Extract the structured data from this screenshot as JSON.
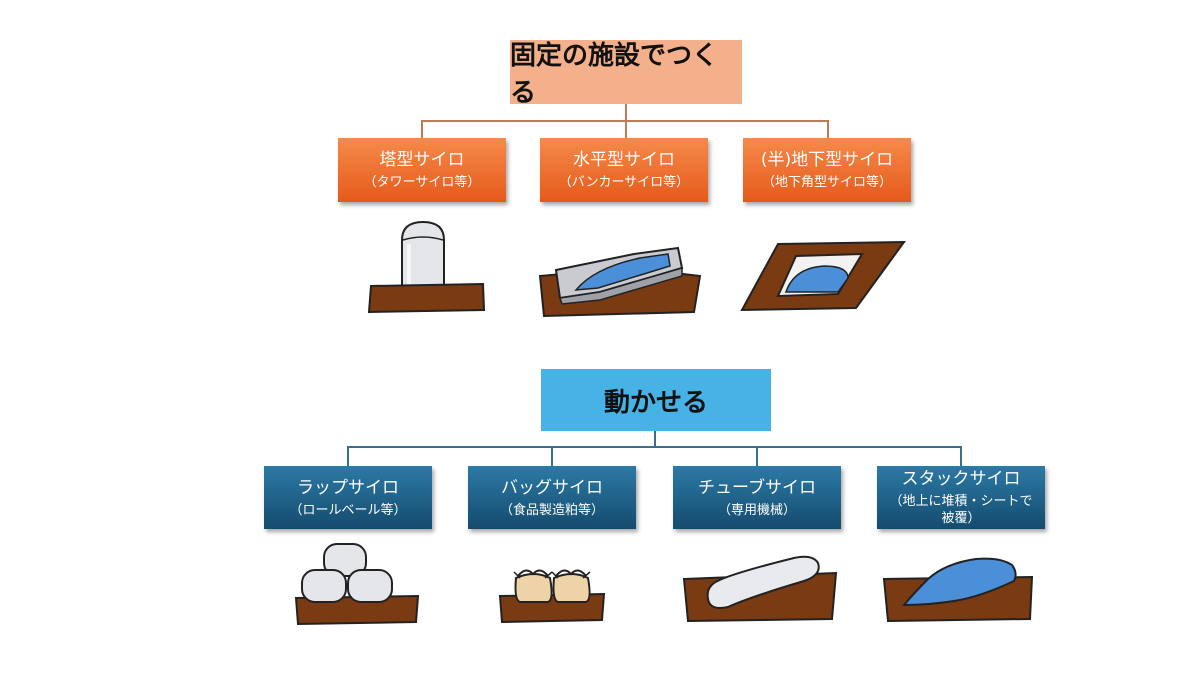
{
  "fixed": {
    "title": "固定の施設でつくる",
    "items": [
      {
        "label": "塔型サイロ",
        "sub": "（タワーサイロ等）"
      },
      {
        "label": "水平型サイロ",
        "sub": "（バンカーサイロ等）"
      },
      {
        "label": "(半)地下型サイロ",
        "sub": "（地下角型サイロ等）"
      }
    ]
  },
  "movable": {
    "title": "動かせる",
    "items": [
      {
        "label": "ラップサイロ",
        "sub": "（ロールベール等）"
      },
      {
        "label": "バッグサイロ",
        "sub": "（食品製造粕等）"
      },
      {
        "label": "チューブサイロ",
        "sub": "（専用機械）"
      },
      {
        "label": "スタックサイロ",
        "sub": "（地上に堆積・シートで被覆）"
      }
    ]
  },
  "colors": {
    "fixed_root": "#f4b08a",
    "fixed_category": "#e8621f",
    "movable_root": "#47b2e6",
    "movable_category": "#1d5a80",
    "soil": "#7a3a12",
    "silage": "#4a8fd8"
  }
}
